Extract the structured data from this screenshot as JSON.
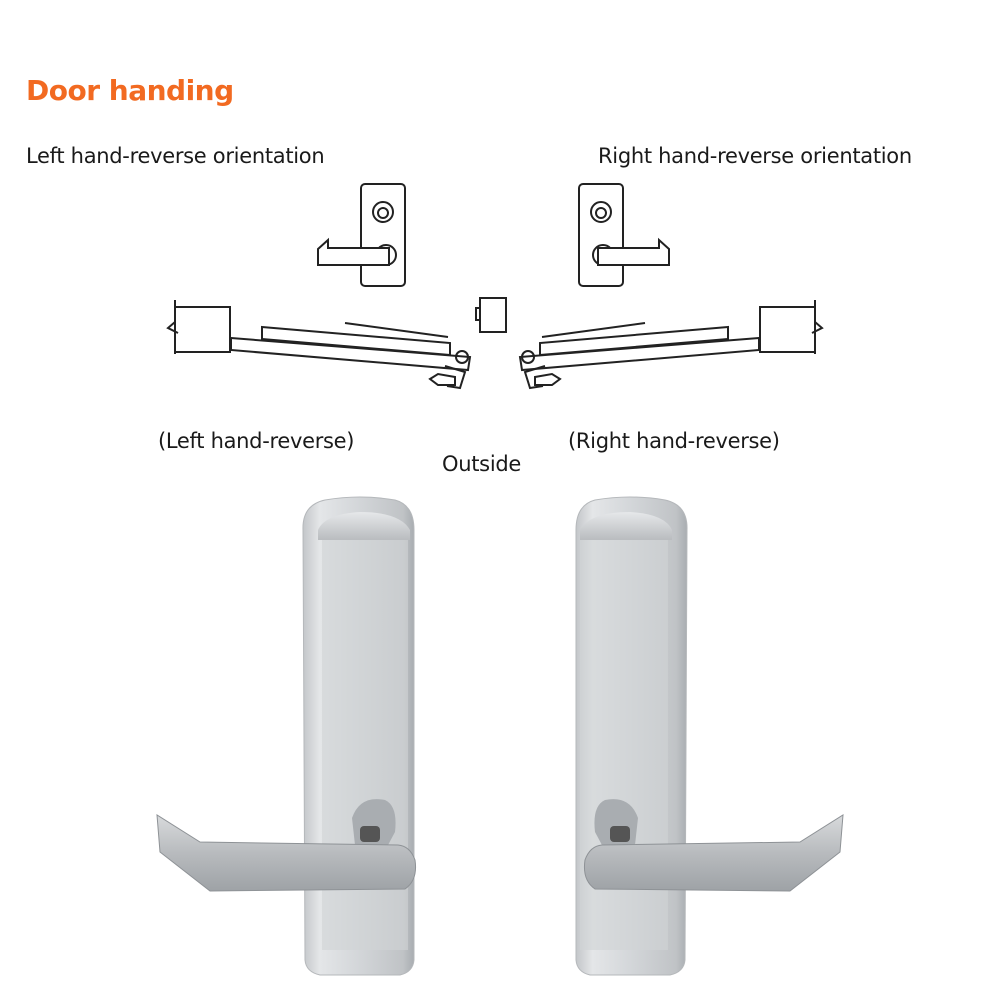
{
  "title": "Door handing",
  "colors": {
    "title": "#f26a21",
    "line": "#222222",
    "metal_light": "#d9dbdd",
    "metal_dark": "#9a9ea2"
  },
  "diagram": {
    "left_orientation_label": "Left hand-reverse orientation",
    "right_orientation_label": "Right hand-reverse orientation",
    "left_caption": "(Left hand-reverse)",
    "right_caption": "(Right hand-reverse)",
    "center_caption": "Outside"
  },
  "products": [
    {
      "name": "left-hand-reverse-lever-trim"
    },
    {
      "name": "right-hand-reverse-lever-trim"
    }
  ]
}
